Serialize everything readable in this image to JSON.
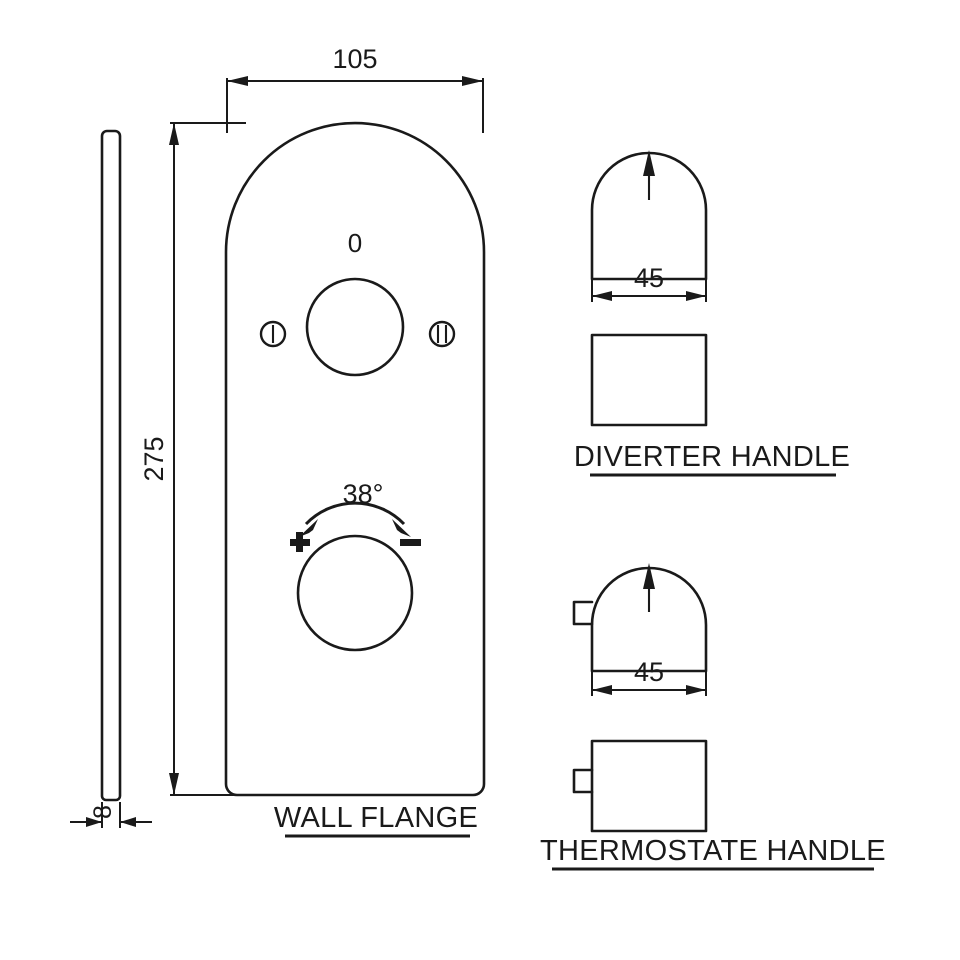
{
  "drawing": {
    "title": "Shower valve wall flange and handles technical drawing",
    "line_color": "#1a1a1a",
    "background_color": "#ffffff"
  },
  "wall_flange": {
    "caption": "WALL FLANGE",
    "width_dimension": "105",
    "height_dimension": "275",
    "thickness_dimension": "8",
    "diverter_marker_zero": "0",
    "diverter_position_one_icon": "position-one-icon",
    "diverter_position_two_icon": "position-two-icon",
    "thermostat_angle": "38°",
    "thermostat_plus": "+",
    "thermostat_minus": "−"
  },
  "diverter_handle": {
    "caption": "DIVERTER HANDLE",
    "width_dimension": "45",
    "arrow_icon": "up-arrow-icon"
  },
  "thermostate_handle": {
    "caption": "THERMOSTATE  HANDLE",
    "width_dimension": "45",
    "arrow_icon": "up-arrow-icon",
    "lug_icon": "side-lug-icon"
  }
}
